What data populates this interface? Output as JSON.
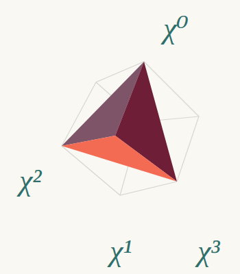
{
  "diagram": {
    "labels": [
      "χ⁰",
      "χ²",
      "χ¹",
      "χ³"
    ]
  }
}
